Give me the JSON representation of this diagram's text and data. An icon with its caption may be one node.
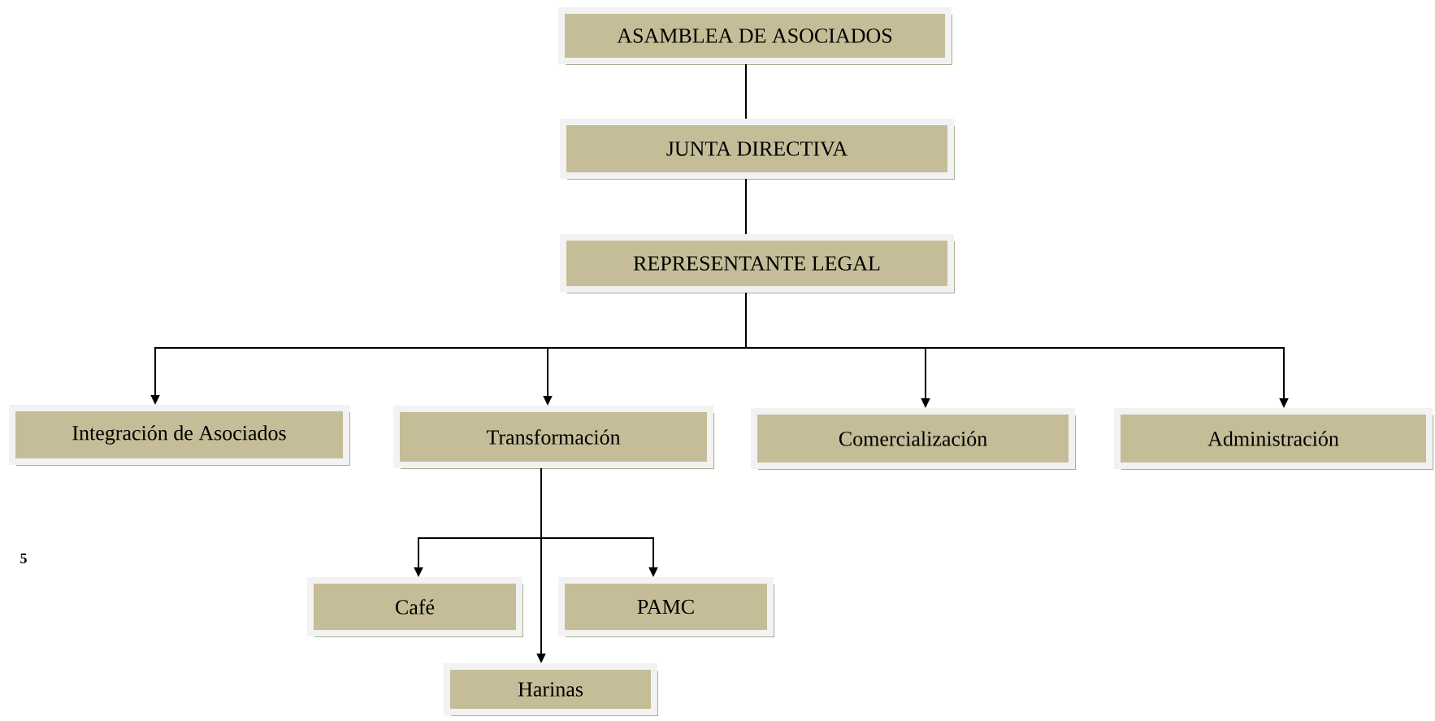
{
  "diagram": {
    "nodes": [
      {
        "text": [
          "ASAMBLEA DE ASOCIADOS"
        ]
      },
      {
        "text": [
          "JUNTA DIRECTIVA"
        ]
      },
      {
        "text": [
          "REPRESENTANTE LEGAL"
        ]
      },
      {
        "text": [
          "Integración de Asociados"
        ]
      },
      {
        "text": [
          "Transformación"
        ]
      },
      {
        "text": [
          "Comercialización"
        ]
      },
      {
        "text": [
          "Administración"
        ]
      },
      {
        "text": [
          "Café"
        ]
      },
      {
        "text": [
          "PAMC"
        ]
      },
      {
        "text": [
          "Harinas"
        ]
      }
    ],
    "edges": [
      {
        "from": 0,
        "to": 1,
        "arrow": "none"
      },
      {
        "from": 1,
        "to": 2,
        "arrow": "none"
      },
      {
        "from": 2,
        "to": 3,
        "arrow": "to"
      },
      {
        "from": 2,
        "to": 4,
        "arrow": "to"
      },
      {
        "from": 2,
        "to": 5,
        "arrow": "to"
      },
      {
        "from": 2,
        "to": 6,
        "arrow": "to"
      },
      {
        "from": 4,
        "to": 7,
        "arrow": "to"
      },
      {
        "from": 4,
        "to": 8,
        "arrow": "to"
      },
      {
        "from": 4,
        "to": 9,
        "arrow": "to"
      }
    ],
    "labels": [
      "5"
    ]
  }
}
